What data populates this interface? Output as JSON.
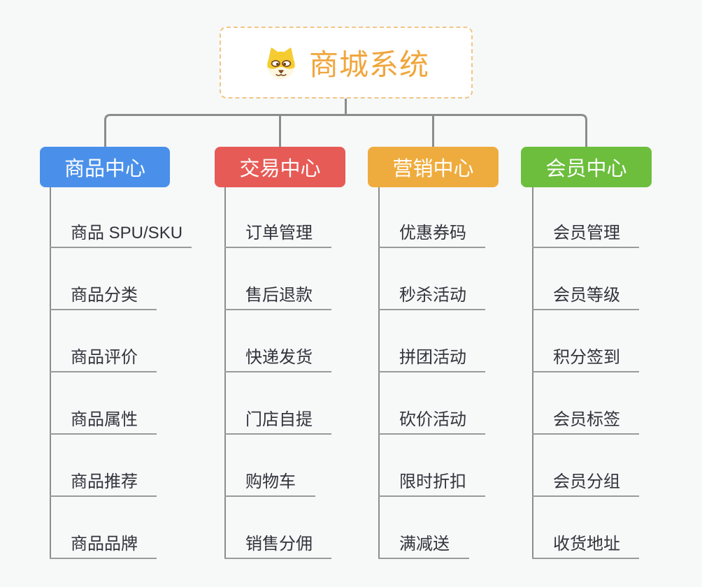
{
  "colors": {
    "connector": "#8C8C8C",
    "underline": "#9A9A9A",
    "background": "#F7F8F8",
    "item_text": "#30343B"
  },
  "root": {
    "title": "商城系统",
    "title_color": "#F0A63C",
    "border_color": "#F2C586",
    "icon": "dog-face-icon"
  },
  "branches": [
    {
      "label": "商品中心",
      "color": "#4A90EA",
      "items": [
        "商品 SPU/SKU",
        "商品分类",
        "商品评价",
        "商品属性",
        "商品推荐",
        "商品品牌"
      ]
    },
    {
      "label": "交易中心",
      "color": "#E75B56",
      "items": [
        "订单管理",
        "售后退款",
        "快递发货",
        "门店自提",
        "购物车",
        "销售分佣"
      ]
    },
    {
      "label": "营销中心",
      "color": "#EFAC3E",
      "items": [
        "优惠券码",
        "秒杀活动",
        "拼团活动",
        "砍价活动",
        "限时折扣",
        "满减送"
      ]
    },
    {
      "label": "会员中心",
      "color": "#6CBE3C",
      "items": [
        "会员管理",
        "会员等级",
        "积分签到",
        "会员标签",
        "会员分组",
        "收货地址"
      ]
    }
  ]
}
